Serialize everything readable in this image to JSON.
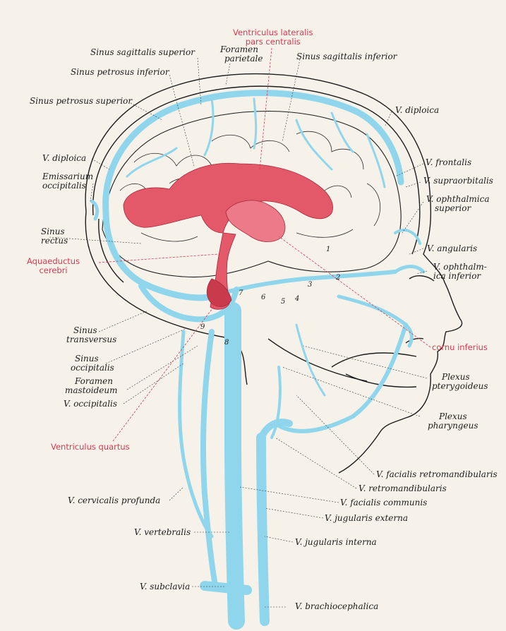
{
  "colors": {
    "veins": "#8fd6ec",
    "ventricles": "#e3596a",
    "ink": "#1c1c1c",
    "paper": "#f6f2ea"
  },
  "labels": {
    "ventriculus_lateralis_l1": "Ventriculus lateralis",
    "ventriculus_lateralis_l2": "pars centralis",
    "sinus_sagittalis_superior": "Sinus sagittalis superior",
    "foramen_parietale_l1": "Foramen",
    "foramen_parietale_l2": "parietale",
    "sinus_sagittalis_inferior": "Sinus sagittalis inferior",
    "sinus_petrosus_inferior": "Sinus petrosus inferior",
    "sinus_petrosus_superior": "Sinus petrosus superior",
    "v_diploica_right": "V. diploica",
    "v_diploica_left": "V. diploica",
    "emissarium_l1": "Emissarium",
    "emissarium_l2": "occipitalis",
    "v_frontalis": "V. frontalis",
    "v_supraorbitalis": "V. supraorbitalis",
    "v_ophthalmica_superior_l1": "V. ophthalmica",
    "v_ophthalmica_superior_l2": "superior",
    "sinus_rectus_l1": "Sinus",
    "sinus_rectus_l2": "rectus",
    "aquaeductus_l1": "Aquaeductus",
    "aquaeductus_l2": "cerebri",
    "v_angularis": "V. angularis",
    "v_ophthalmica_inferior_l1": "V. ophthalm-",
    "v_ophthalmica_inferior_l2": "ica inferior",
    "sinus_transversus_l1": "Sinus",
    "sinus_transversus_l2": "transversus",
    "cornu_inferius": "cornu inferius",
    "sinus_occipitalis_l1": "Sinus",
    "sinus_occipitalis_l2": "occipitalis",
    "foramen_mastoideum_l1": "Foramen",
    "foramen_mastoideum_l2": "mastoideum",
    "plexus_pterygoideus_l1": "Plexus",
    "plexus_pterygoideus_l2": "pterygoideus",
    "v_occipitalis": "V. occipitalis",
    "plexus_pharyngeus_l1": "Plexus",
    "plexus_pharyngeus_l2": "pharyngeus",
    "ventriculus_quartus": "Ventriculus quartus",
    "v_facialis_retromandibularis": "V. facialis retromandibularis",
    "v_retromandibularis": "V. retromandibularis",
    "v_cervicalis_profunda": "V. cervicalis profunda",
    "v_facialis_communis": "V. facialis communis",
    "v_jugularis_externa": "V. jugularis externa",
    "v_vertebralis": "V. vertebralis",
    "v_jugularis_interna": "V. jugularis interna",
    "v_subclavia": "V. subclavia",
    "v_brachiocephalica": "V. brachiocephalica"
  },
  "numbers": [
    "1",
    "2",
    "3",
    "4",
    "5",
    "6",
    "7",
    "8",
    "9"
  ]
}
